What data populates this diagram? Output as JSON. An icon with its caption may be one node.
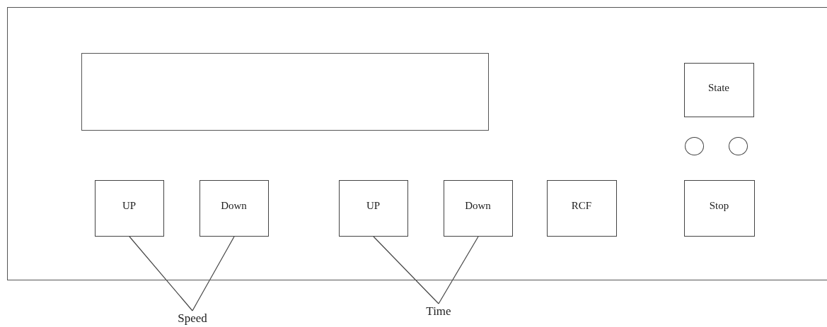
{
  "diagram": {
    "nodes": [
      {
        "text": [],
        "shape": "box"
      },
      {
        "text": [],
        "shape": "box",
        "in": 0
      },
      {
        "text": [
          "State"
        ],
        "in": 0
      },
      {
        "text": [],
        "shape": "circle",
        "in": 0
      },
      {
        "text": [],
        "shape": "circle",
        "in": 0
      },
      {
        "text": [
          "UP"
        ],
        "in": 0
      },
      {
        "text": [
          "Down"
        ],
        "in": 0
      },
      {
        "text": [
          "UP"
        ],
        "in": 0
      },
      {
        "text": [
          "Down"
        ],
        "in": 0
      },
      {
        "text": [
          "RCF"
        ],
        "in": 0
      },
      {
        "text": [
          "Stop"
        ],
        "in": 0
      },
      {
        "text": [
          "Speed"
        ]
      },
      {
        "text": [
          "Time"
        ]
      }
    ],
    "edges": [
      {
        "from": 5,
        "to": 11,
        "arrow": "none"
      },
      {
        "from": 6,
        "to": 11,
        "arrow": "none"
      },
      {
        "from": 7,
        "to": 12,
        "arrow": "none"
      },
      {
        "from": 8,
        "to": 12,
        "arrow": "none"
      }
    ]
  }
}
